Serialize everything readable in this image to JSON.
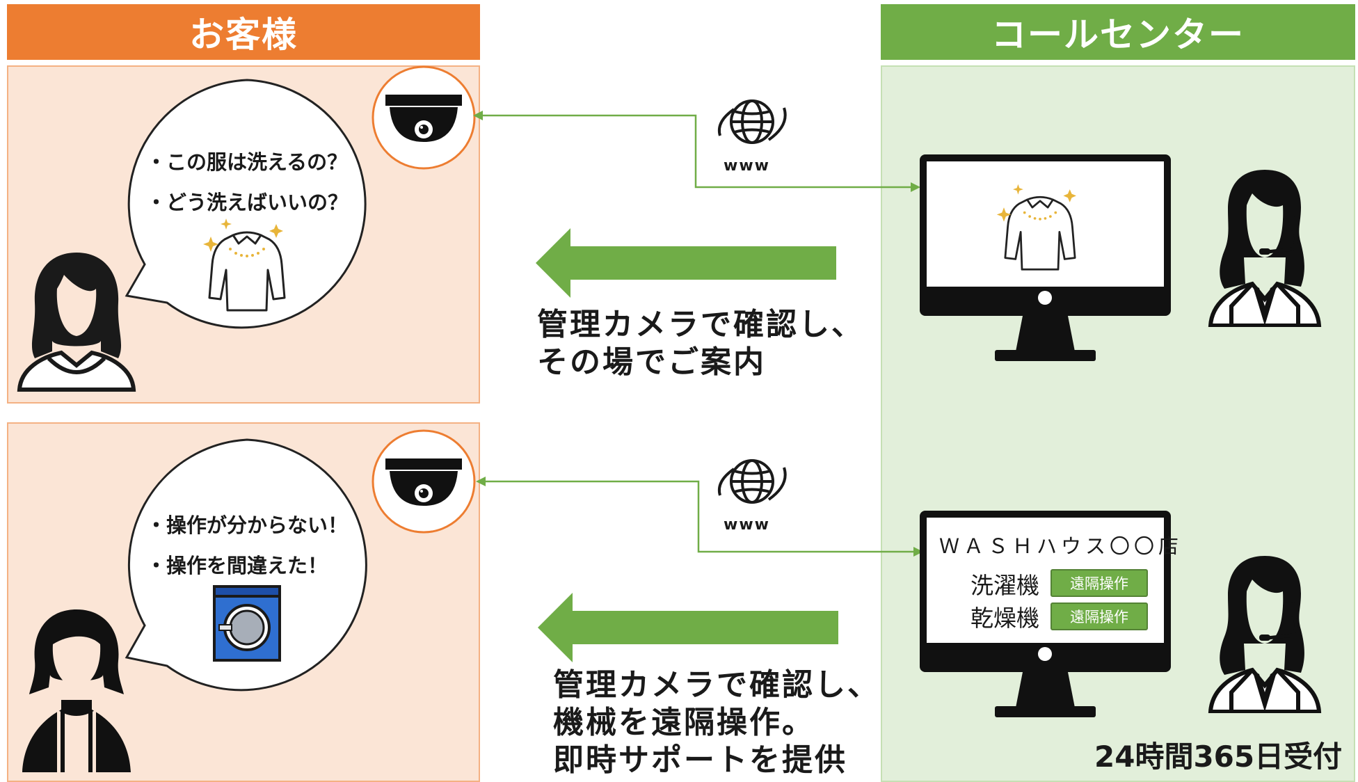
{
  "headers": {
    "customer": "お客様",
    "call_center": "コールセンター"
  },
  "scenario_1": {
    "bubble_lines": [
      "・この服は洗えるの？",
      "・どう洗えばいいの？"
    ],
    "caption_lines": [
      "管理カメラで確認し、",
      "その場でご案内"
    ],
    "network_label": "www"
  },
  "scenario_2": {
    "bubble_lines": [
      "・操作が分からない！",
      "・操作を間違えた！"
    ],
    "caption_lines": [
      "管理カメラで確認し、",
      "機械を遠隔操作。",
      "即時サポートを提供"
    ],
    "network_label": "www",
    "screen": {
      "store_name": "ＷＡＳＨハウス〇〇店",
      "machines": [
        {
          "name": "洗濯機",
          "button": "遠隔操作"
        },
        {
          "name": "乾燥機",
          "button": "遠隔操作"
        }
      ]
    }
  },
  "footer": {
    "hours": "24時間365日受付"
  },
  "colors": {
    "customer_header": "#ed7d31",
    "call_center_header": "#70ad47",
    "customer_panel": "#fbe5d6",
    "call_center_panel": "#e2efda",
    "arrow": "#70ad47",
    "connector": "#70ad47"
  },
  "icons": [
    "security-camera-icon",
    "globe-www-icon",
    "woman-icon",
    "operator-headset-icon",
    "monitor-icon",
    "sweater-icon",
    "washing-machine-icon",
    "sparkle-icon"
  ]
}
